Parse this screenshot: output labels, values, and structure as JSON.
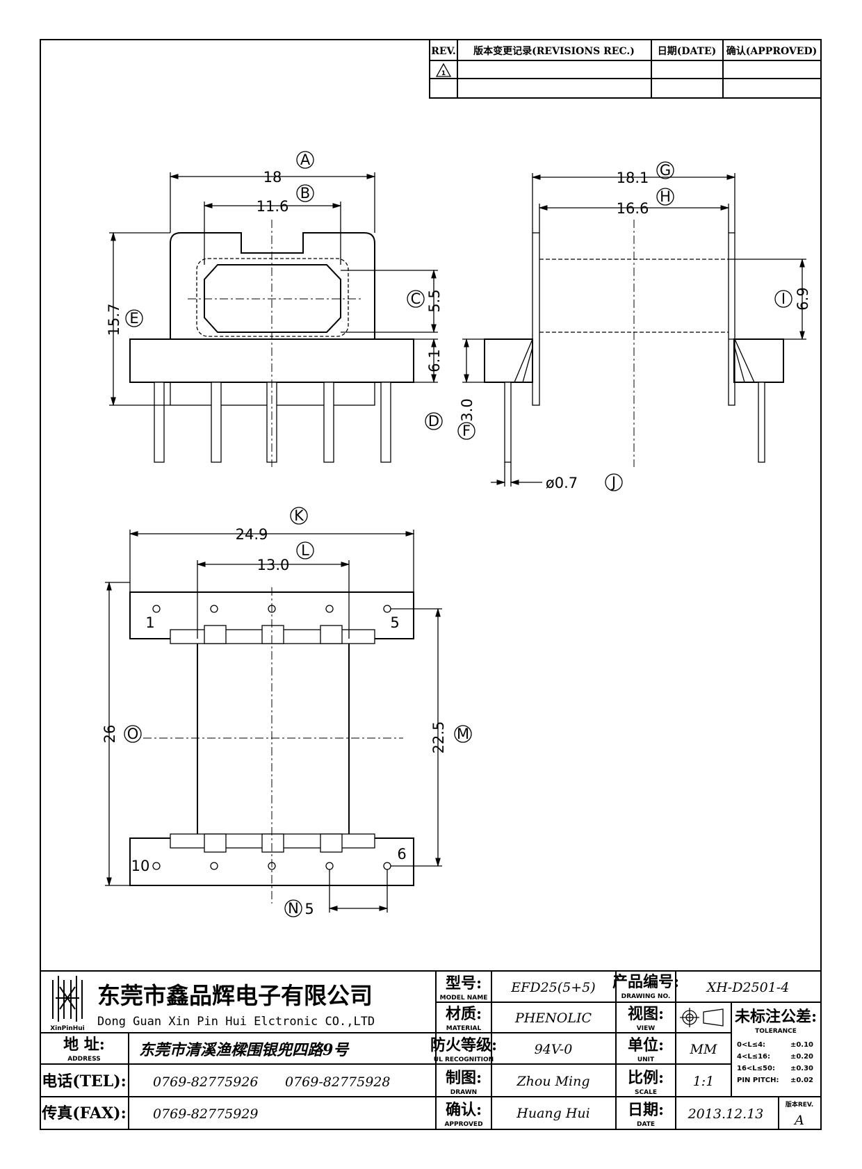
{
  "revision_table": {
    "headers": {
      "rev": "REV.",
      "record": "版本变更记录(REVISIONS REC.)",
      "date": "日期(DATE)",
      "approved": "确认(APPROVED)"
    },
    "first_row_symbol": "1"
  },
  "dimensions": {
    "A": {
      "letter": "A",
      "value": "18"
    },
    "B": {
      "letter": "B",
      "value": "11.6"
    },
    "C": {
      "letter": "C",
      "value": "5.5"
    },
    "D": {
      "letter": "D",
      "value": "6.1"
    },
    "E": {
      "letter": "E",
      "value": "15.7"
    },
    "F": {
      "letter": "F",
      "value": "3.0"
    },
    "G": {
      "letter": "G",
      "value": "18.1"
    },
    "H": {
      "letter": "H",
      "value": "16.6"
    },
    "I": {
      "letter": "I",
      "value": "6.9"
    },
    "J": {
      "letter": "J",
      "value": "ø0.7"
    },
    "K": {
      "letter": "K",
      "value": "24.9"
    },
    "L": {
      "letter": "L",
      "value": "13.0"
    },
    "M": {
      "letter": "M",
      "value": "22.5"
    },
    "N": {
      "letter": "N",
      "value": "5"
    },
    "O": {
      "letter": "O",
      "value": "26"
    }
  },
  "pins": {
    "p1": "1",
    "p5": "5",
    "p10": "10",
    "p6": "6"
  },
  "company": {
    "logo_text": "XinPinHui",
    "name_cn": "东莞市鑫品辉电子有限公司",
    "name_en": "Dong Guan Xin Pin Hui Elctronic CO.,LTD"
  },
  "contact": {
    "address_label": "地  址:",
    "address_label_en": "ADDRESS",
    "address": "东莞市清溪渔樑围银兜四路9号",
    "tel_label": "电话(TEL):",
    "tel1": "0769-82775926",
    "tel2": "0769-82775928",
    "fax_label": "传真(FAX):",
    "fax": "0769-82775929"
  },
  "title_block": {
    "model_label": "型号:",
    "model_label_en": "MODEL NAME",
    "model": "EFD25(5+5)",
    "material_label": "材质:",
    "material_label_en": "MATERIAL",
    "material": "PHENOLIC",
    "ul_label": "防火等级:",
    "ul_label_en": "UL RECOGNITION",
    "ul": "94V-0",
    "drawn_label": "制图:",
    "drawn_label_en": "DRAWN",
    "drawn": "Zhou Ming",
    "approved_label": "确认:",
    "approved_label_en": "APPROVED",
    "approved": "Huang Hui",
    "drawing_no_label": "产品编号:",
    "drawing_no_label_en": "DRAWING NO.",
    "drawing_no": "XH-D2501-4",
    "view_label": "视图:",
    "view_label_en": "VIEW",
    "unit_label": "单位:",
    "unit_label_en": "UNIT",
    "unit": "MM",
    "scale_label": "比例:",
    "scale_label_en": "SCALE",
    "scale": "1:1",
    "date_label": "日期:",
    "date_label_en": "DATE",
    "date": "2013.12.13",
    "tolerance_label": "未标注公差:",
    "tolerance_label_en": "TOLERANCE",
    "tolerances": [
      {
        "range": "0<L≤4:",
        "value": "±0.10"
      },
      {
        "range": "4<L≤16:",
        "value": "±0.20"
      },
      {
        "range": "16<L≤50:",
        "value": "±0.30"
      },
      {
        "range": "PIN PITCH:",
        "value": "±0.02"
      }
    ],
    "rev_label": "版本REV.",
    "rev": "A"
  }
}
